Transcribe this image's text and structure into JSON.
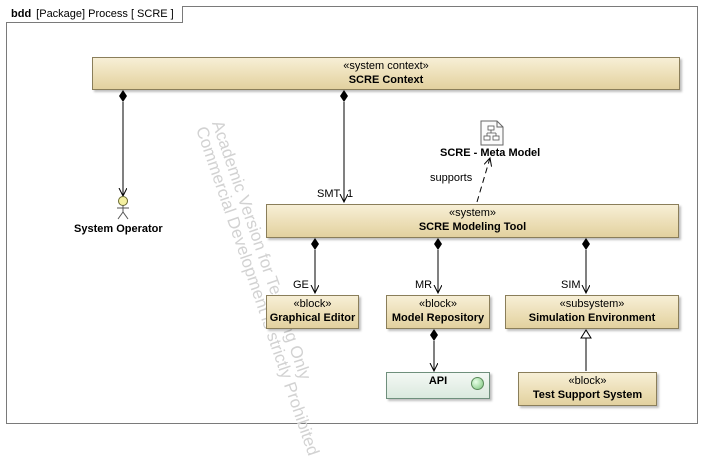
{
  "frame": {
    "kind": "bdd",
    "title": "[Package] Process [ SCRE ]"
  },
  "watermark": {
    "line1": "Academic Version for Teaching Only",
    "line2": "Commercial Development is strictly Prohibited"
  },
  "blocks": {
    "context": {
      "stereotype": "«system context»",
      "name": "SCRE Context"
    },
    "tool": {
      "stereotype": "«system»",
      "name": "SCRE Modeling Tool"
    },
    "editor": {
      "stereotype": "«block»",
      "name": "Graphical Editor"
    },
    "repository": {
      "stereotype": "«block»",
      "name": "Model Repository"
    },
    "simulation": {
      "stereotype": "«subsystem»",
      "name": "Simulation Environment"
    },
    "testsupport": {
      "stereotype": "«block»",
      "name": "Test Support System"
    },
    "api": {
      "name": "API"
    }
  },
  "actor": {
    "name": "System Operator"
  },
  "metamodel": {
    "name": "SCRE - Meta Model"
  },
  "roles": {
    "smt": "SMT",
    "smt_mult": "1",
    "ge": "GE",
    "mr": "MR",
    "sim": "SIM",
    "supports": "supports"
  }
}
